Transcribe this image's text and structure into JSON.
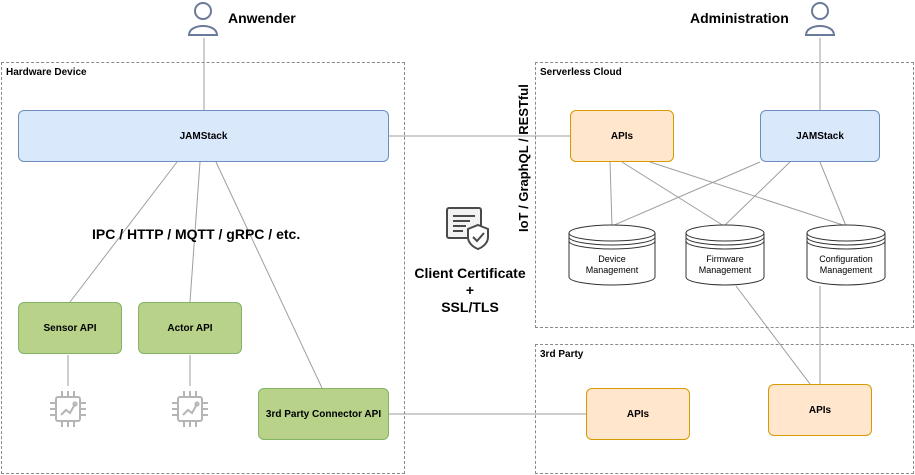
{
  "users": {
    "left": {
      "label": "Anwender",
      "icon": "user-icon"
    },
    "right": {
      "label": "Administration",
      "icon": "user-icon"
    }
  },
  "groups": {
    "hardware": "Hardware Device",
    "cloud": "Serverless Cloud",
    "third_party": "3rd Party"
  },
  "hardware": {
    "jamstack": "JAMStack",
    "sensor_api": "Sensor API",
    "actor_api": "Actor API",
    "connector_api": "3rd Party Connector API",
    "protocols": "IPC / HTTP / MQTT / gRPC / etc.",
    "chip_icon": "chip-icon"
  },
  "center": {
    "vertical_label": "IoT / GraphQL / RESTful",
    "certificate_line1": "Client Certificate",
    "certificate_line2": "+",
    "certificate_line3": "SSL/TLS",
    "certificate_icon": "certificate-icon"
  },
  "cloud": {
    "apis": "APIs",
    "jamstack": "JAMStack",
    "databases": [
      {
        "line1": "Device",
        "line2": "Management"
      },
      {
        "line1": "Firmware",
        "line2": "Management"
      },
      {
        "line1": "Configuration",
        "line2": "Management"
      }
    ]
  },
  "third_party": {
    "apis_left": "APIs",
    "apis_right": "APIs"
  },
  "colors": {
    "blue_fill": "#dae8fc",
    "orange_fill": "#ffe6cc",
    "green_fill": "#b8d28a",
    "line": "#9e9e9e"
  }
}
